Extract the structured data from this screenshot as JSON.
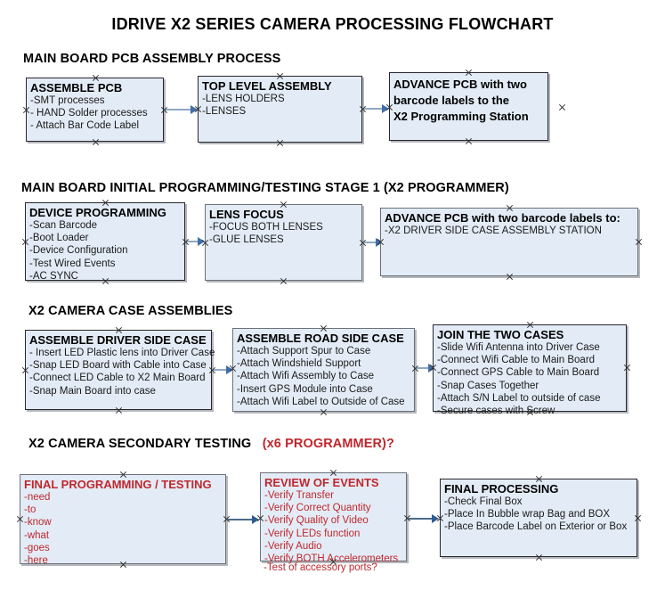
{
  "document": {
    "title": "IDRIVE X2  SERIES CAMERA PROCESSING FLOWCHART"
  },
  "colors": {
    "box_fill": "#e3ecf6",
    "box_border": "#26272b",
    "accent_red": "#c0272d",
    "connector_blue": "#8fa9c4",
    "arrow_blue": "#3f6ea8",
    "text_black": "#000000"
  },
  "sections": [
    {
      "id": "main-board-pcb-assembly",
      "heading": "MAIN BOARD PCB ASSEMBLY PROCESS",
      "heading_accent": "",
      "boxes": [
        {
          "id": "assemble-pcb",
          "title": "ASSEMBLE PCB",
          "lines": [
            "-SMT processes",
            "- HAND Solder processes",
            "- Attach Bar Code Label"
          ]
        },
        {
          "id": "top-level-assembly",
          "title": "TOP LEVEL ASSEMBLY",
          "lines": [
            "-LENS HOLDERS",
            "-LENSES"
          ]
        },
        {
          "id": "advance-pcb-x2-programming-station",
          "title": "",
          "lines": [
            "ADVANCE PCB with two",
            "barcode labels to the",
            " X2 Programming Station"
          ]
        }
      ]
    },
    {
      "id": "main-board-initial-programming",
      "heading": "MAIN BOARD INITIAL PROGRAMMING/TESTING STAGE 1 (X2 PROGRAMMER)",
      "heading_accent": "",
      "boxes": [
        {
          "id": "device-programming",
          "title": "DEVICE PROGRAMMING",
          "lines": [
            "-Scan Barcode",
            "-Boot Loader",
            "-Device Configuration",
            "-Test Wired Events",
            "-AC SYNC"
          ]
        },
        {
          "id": "lens-focus",
          "title": "LENS FOCUS",
          "lines": [
            "-FOCUS BOTH LENSES",
            "-GLUE LENSES"
          ]
        },
        {
          "id": "advance-pcb-driver-side-case",
          "title": "ADVANCE PCB with two barcode labels to:",
          "lines": [
            "-X2 DRIVER  SIDE  CASE  ASSEMBLY STATION"
          ]
        }
      ]
    },
    {
      "id": "x2-camera-case-assemblies",
      "heading": "X2 CAMERA CASE ASSEMBLIES",
      "heading_accent": "",
      "boxes": [
        {
          "id": "assemble-driver-side-case",
          "title": "ASSEMBLE DRIVER SIDE CASE",
          "lines": [
            "- Insert LED Plastic lens into Driver Case",
            "-Snap LED Board with Cable into Case",
            "-Connect LED Cable to X2 Main Board",
            "-Snap Main Board into case"
          ]
        },
        {
          "id": "assemble-road-side-case",
          "title": "ASSEMBLE ROAD SIDE CASE",
          "lines": [
            "-Attach Support Spur to Case",
            "-Attach Windshield Support",
            "-Attach Wifi Assembly to Case",
            "-Insert GPS Module into Case",
            "-Attach Wifi Label to Outside of Case"
          ]
        },
        {
          "id": "join-the-two-cases",
          "title": "JOIN THE TWO CASES",
          "lines": [
            "-Slide Wifi Antenna into Driver Case",
            "-Connect Wifi Cable to Main Board",
            "-Connect GPS Cable to Main Board",
            "-Snap Cases Together",
            "-Attach S/N Label to outside of case",
            "-Secure cases with Screw"
          ]
        }
      ]
    },
    {
      "id": "x2-camera-secondary-testing",
      "heading": "X2 CAMERA SECONDARY TESTING",
      "heading_accent": "(x6 PROGRAMMER)?",
      "boxes": [
        {
          "id": "final-programming-testing",
          "title": "FINAL PROGRAMMING / TESTING",
          "lines": [
            "-need",
            "-to",
            "-know",
            "-what",
            "-goes",
            "-here"
          ]
        },
        {
          "id": "review-of-events",
          "title": "REVIEW OF EVENTS",
          "lines": [
            "-Verify Transfer",
            "-Verify Correct Quantity",
            "-Verify Quality of Video",
            "-Verify LEDs function",
            "-Verify Audio",
            "-Verify BOTH Accelerometers"
          ],
          "overflow_line": "-Test of accessory ports?"
        },
        {
          "id": "final-processing",
          "title": "FINAL PROCESSING",
          "lines": [
            "-Check Final Box",
            "-Place In Bubble wrap Bag and BOX",
            "-Place Barcode Label on Exterior or Box"
          ]
        }
      ]
    }
  ]
}
